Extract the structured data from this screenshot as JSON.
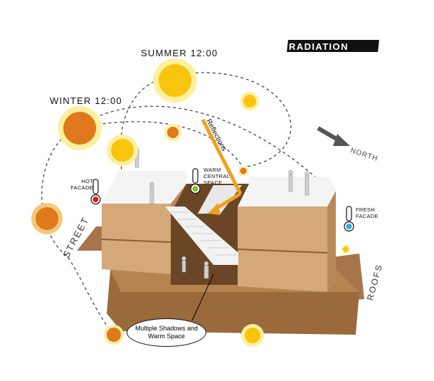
{
  "title": "RADIATION",
  "seasons": {
    "summer": "SUMMER  12:00",
    "winter": "WINTER  12:00"
  },
  "compass": {
    "label": "NORTH"
  },
  "streets": {
    "street": "STREET",
    "roofs": "ROOFS"
  },
  "annotations": {
    "reflections": "Reflections",
    "hot_facade": "HOT FACADE",
    "warm_central": "WARM CENTRAL SPACE",
    "fresh_facade": "FRESH FACADE",
    "shadows": "Multiple Shadows and Warm Space"
  },
  "colors": {
    "summer_sun": "#f9c40d",
    "sun_halo": "#fdf0a0",
    "winter_sun": "#e0781c",
    "winter_halo": "#f6c77a",
    "hot": "#e21b1b",
    "warm": "#7cc22a",
    "fresh": "#27b2e3",
    "reflection": "#f0a020",
    "wood_light": "#d4a878",
    "wood_dark": "#9a6a3a"
  }
}
